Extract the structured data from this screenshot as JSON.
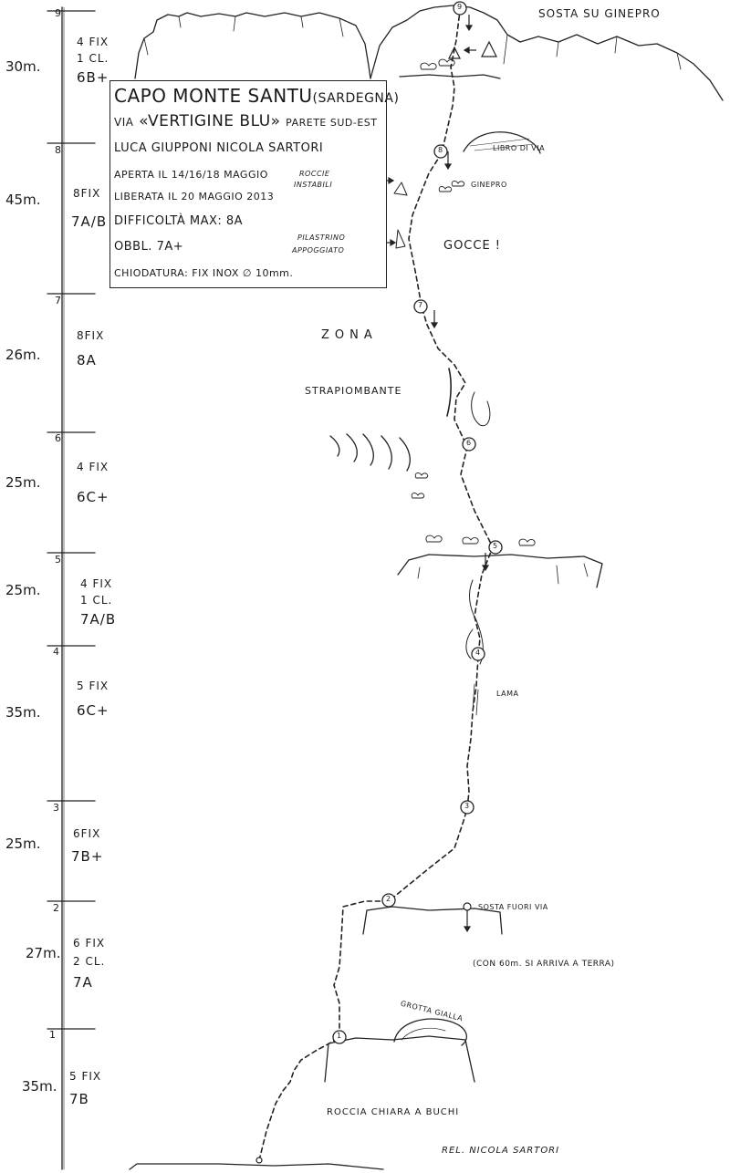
{
  "topo": {
    "title": {
      "line1_a": "CAPO MONTE SANTU",
      "line1_b": "(SARDEGNA)",
      "line2_a": "VIA",
      "line2_b": "«VERTIGINE BLU»",
      "line2_c": "PARETE SUD-EST",
      "authors": "LUCA GIUPPONI   NICOLA SARTORI",
      "opened": "APERTA IL 14/16/18 MAGGIO",
      "freed": "LIBERATA IL 20 MAGGIO 2013",
      "max_difficulty": "DIFFICOLTÀ MAX: 8A",
      "obligatory": "OBBL. 7A+",
      "bolting": "CHIODATURA: FIX INOX",
      "bolting_diam": "∅ 10mm."
    },
    "pitches": [
      {
        "tick": "1",
        "length": "35m.",
        "fix": "5 FIX",
        "cl": "",
        "grade": "7B"
      },
      {
        "tick": "2",
        "length": "27m.",
        "fix": "6 FIX",
        "cl": "2 CL.",
        "grade": "7A"
      },
      {
        "tick": "3",
        "length": "25m.",
        "fix": "6FIX",
        "cl": "",
        "grade": "7B+"
      },
      {
        "tick": "4",
        "length": "35m.",
        "fix": "5 FIX",
        "cl": "",
        "grade": "6C+"
      },
      {
        "tick": "5",
        "length": "25m.",
        "fix": "4 FIX",
        "cl": "1 CL.",
        "grade": "7A/B"
      },
      {
        "tick": "6",
        "length": "25m.",
        "fix": "4 FIX",
        "cl": "",
        "grade": "6C+"
      },
      {
        "tick": "7",
        "length": "26m.",
        "fix": "8FIX",
        "cl": "",
        "grade": "8A"
      },
      {
        "tick": "8",
        "length": "45m.",
        "fix": "8FIX",
        "cl": "",
        "grade": "7A/B"
      },
      {
        "tick": "9",
        "length": "30m.",
        "fix": "4 FIX",
        "cl": "1 CL.",
        "grade": "6B+"
      }
    ],
    "belays": [
      "1",
      "2",
      "3",
      "4",
      "5",
      "6",
      "7",
      "8",
      "9"
    ],
    "notes": {
      "sosta_ginepro": "SOSTA SU GINEPRO",
      "libro_di_via": "LIBRO DI VIA",
      "rocce_instabili_1": "ROCCIE",
      "rocce_instabili_2": "INSTABILI",
      "ginepro": "GINEPRO",
      "pilastrino_1": "PILASTRINO",
      "pilastrino_2": "APPOGGIATO",
      "gocce": "GOCCE !",
      "zona": "ZONA",
      "strapiombante": "STRAPIOMBANTE",
      "lama": "LAMA",
      "sosta_fuori_via": "SOSTA FUORI VIA",
      "con_60m": "(CON 60m. SI ARRIVA A TERRA)",
      "grotta_gialla": "GROTTA GIALLA",
      "roccia_chiara": "ROCCIA CHIARA A BUCHI",
      "rel": "REL. NICOLA SARTORI"
    }
  }
}
